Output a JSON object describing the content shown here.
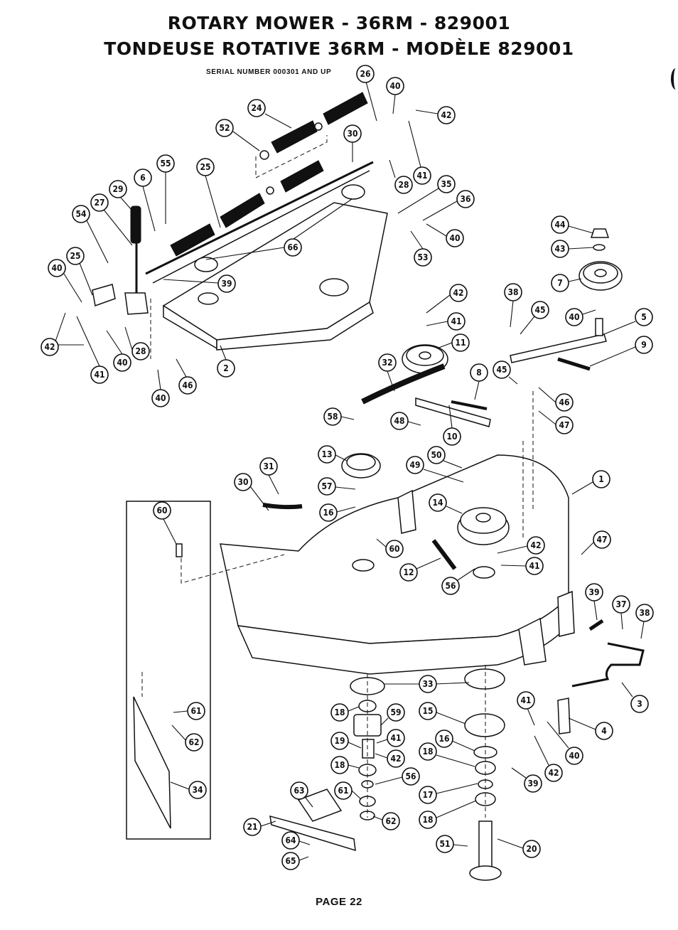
{
  "title": {
    "line1": "ROTARY MOWER - 36RM - 829001",
    "line2": "TONDEUSE ROTATIVE 36RM - MODÈLE 829001",
    "serial": "SERIAL NUMBER 000301 AND UP"
  },
  "page_label": "PAGE 22",
  "callouts": [
    "26",
    "40",
    "24",
    "42",
    "52",
    "30",
    "55",
    "25",
    "6",
    "29",
    "27",
    "54",
    "28",
    "41",
    "35",
    "36",
    "25",
    "40",
    "66",
    "40",
    "53",
    "39",
    "44",
    "43",
    "42",
    "41",
    "7",
    "38",
    "45",
    "5",
    "40",
    "42",
    "41",
    "28",
    "40",
    "2",
    "11",
    "9",
    "40",
    "46",
    "32",
    "8",
    "45",
    "46",
    "47",
    "48",
    "10",
    "58",
    "13",
    "50",
    "49",
    "31",
    "30",
    "57",
    "1",
    "16",
    "14",
    "60",
    "60",
    "42",
    "47",
    "12",
    "41",
    "56",
    "39",
    "37",
    "38",
    "61",
    "33",
    "62",
    "3",
    "34",
    "18",
    "59",
    "15",
    "41",
    "4",
    "41",
    "19",
    "42",
    "16",
    "40",
    "18",
    "18",
    "42",
    "56",
    "39",
    "63",
    "61",
    "17",
    "62",
    "18",
    "21",
    "64",
    "51",
    "20",
    "65"
  ]
}
